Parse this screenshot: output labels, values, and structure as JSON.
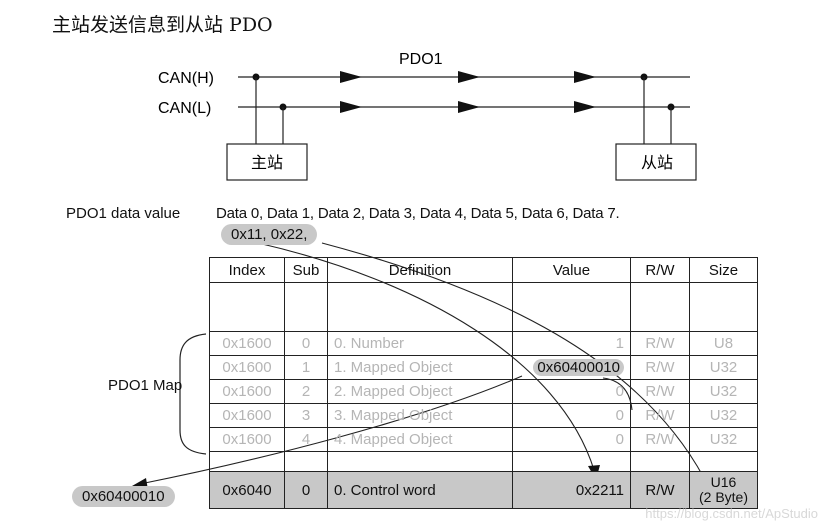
{
  "title": "主站发送信息到从站 PDO",
  "bus": {
    "pdo_label": "PDO1",
    "can_h": "CAN(H)",
    "can_l": "CAN(L)",
    "master": "主站",
    "slave": "从站"
  },
  "data_value": {
    "label": "PDO1 data value",
    "text": "Data 0, Data 1, Data 2, Data 3, Data 4, Data 5, Data 6, Data 7.",
    "highlight": "0x11,    0x22,"
  },
  "map_label": "PDO1 Map",
  "table": {
    "headers": [
      "Index",
      "Sub",
      "Definition",
      "Value",
      "R/W",
      "Size"
    ],
    "rows": [
      [
        "0x1600",
        "0",
        "0. Number",
        "1",
        "R/W",
        "U8"
      ],
      [
        "0x1600",
        "1",
        "1. Mapped Object",
        "0x60400010",
        "R/W",
        "U32"
      ],
      [
        "0x1600",
        "2",
        "2. Mapped Object",
        "0",
        "R/W",
        "U32"
      ],
      [
        "0x1600",
        "3",
        "3. Mapped Object",
        "0",
        "R/W",
        "U32"
      ],
      [
        "0x1600",
        "4",
        "4. Mapped Object",
        "0",
        "R/W",
        "U32"
      ]
    ],
    "control_row": [
      "0x6040",
      "0",
      "0. Control word",
      "0x2211",
      "R/W",
      "U16\n(2 Byte)"
    ]
  },
  "mapped_object_callout": "0x60400010",
  "watermark": "https://blog.csdn.net/ApStudio"
}
